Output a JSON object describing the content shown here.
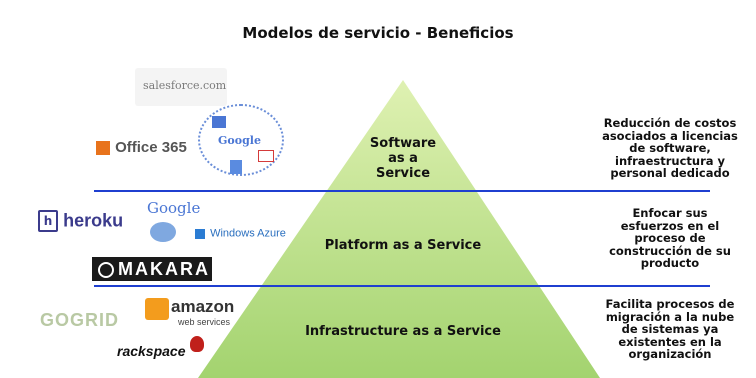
{
  "title": "Modelos de servicio - Beneficios",
  "colors": {
    "pyramid_fill_top": "#dff1b2",
    "pyramid_fill_bottom": "#a3d36f",
    "divider": "#1f3fd0"
  },
  "layers": [
    {
      "name": "Software\nas a\nService",
      "benefit": "Reducción de costos\nasociados a licencias\nde software,\ninfraestructura y\npersonal dedicado",
      "logos": [
        "salesforce.com",
        "Office 365",
        "Google"
      ]
    },
    {
      "name": "Platform as a Service",
      "benefit": "Enfocar sus\nesfuerzos en el\nproceso de\nconstrucción de su\nproducto",
      "logos": [
        "heroku",
        "Google",
        "Windows Azure",
        "MAKARA"
      ]
    },
    {
      "name": "Infrastructure as a Service",
      "benefit": "Facilita procesos de\nmigración a la nube\nde sistemas ya\nexistentes en la\norganización",
      "logos": [
        "GOGRID",
        "amazon",
        "web services",
        "rackspace"
      ]
    }
  ]
}
